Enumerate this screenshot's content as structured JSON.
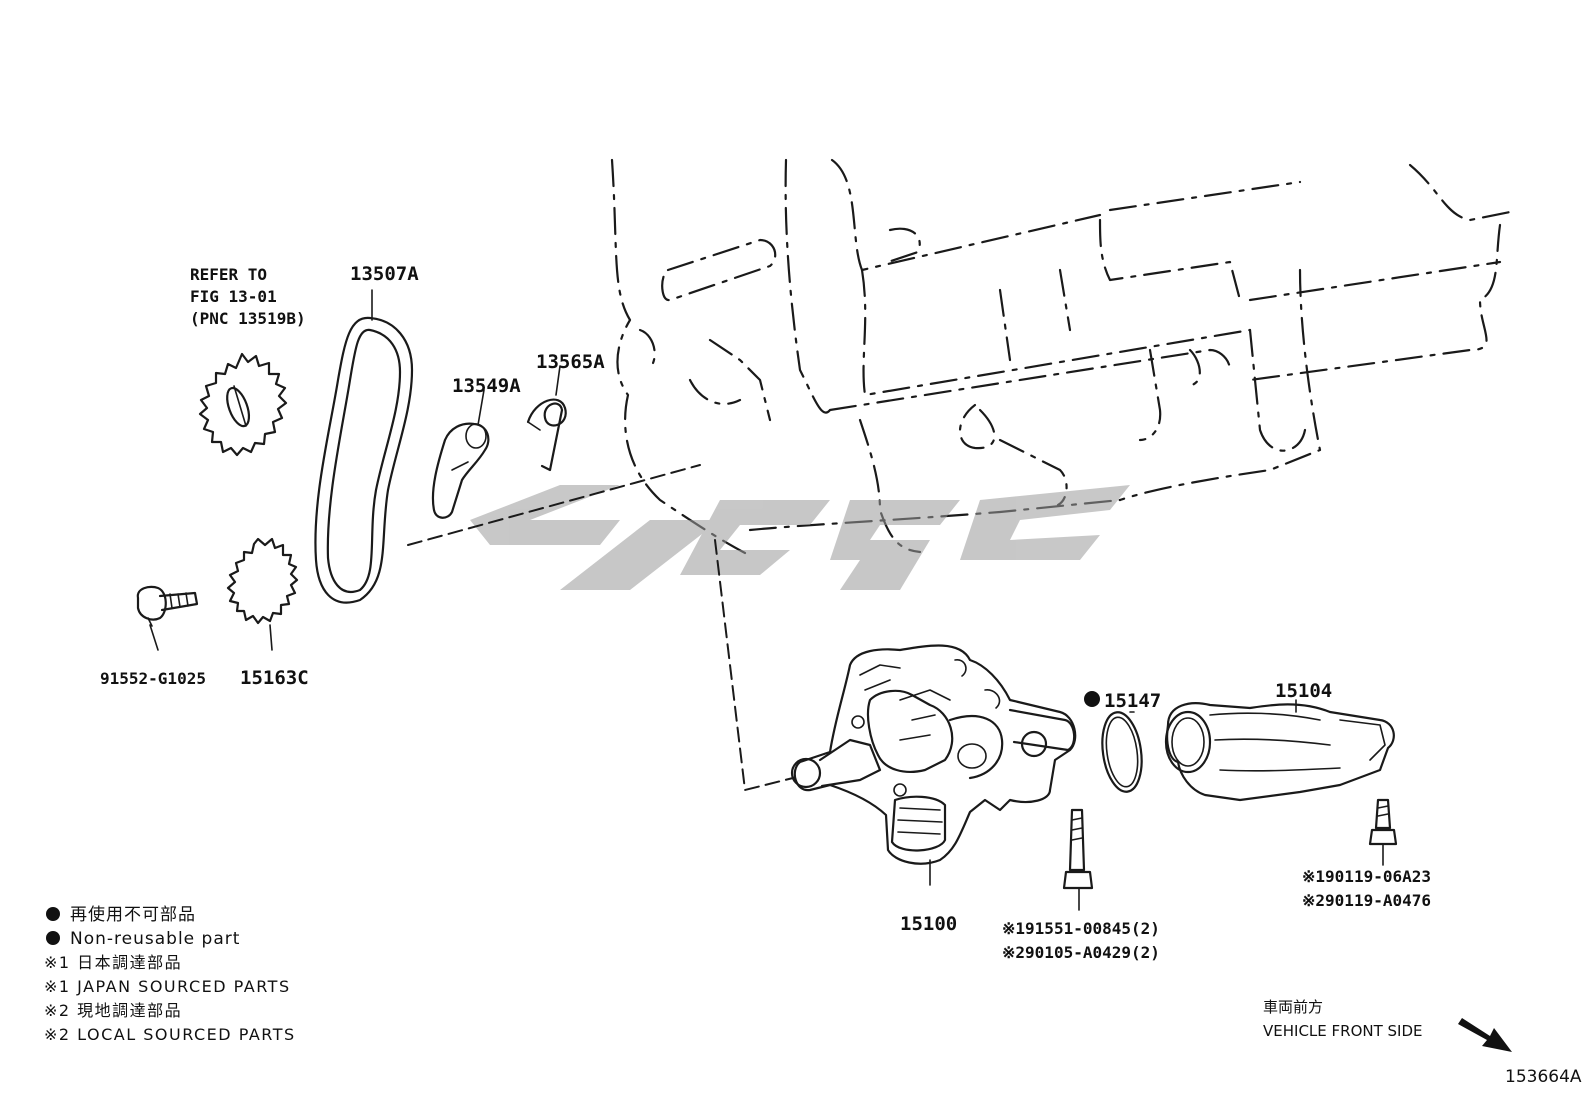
{
  "figure_id": "153664A",
  "refer_note": {
    "line1": "REFER TO",
    "line2": "FIG 13-01",
    "line3": "(PNC 13519B)"
  },
  "parts": {
    "p13507A": "13507A",
    "p13549A": "13549A",
    "p13565A": "13565A",
    "p91552": "91552-G1025",
    "p15163C": "15163C",
    "p15147": "15147",
    "p15104": "15104",
    "p15100": "15100",
    "p191551": "※191551-00845(2)",
    "p290105": "※290105-A0429(2)",
    "p190119": "※190119-06A23",
    "p290119": "※290119-A0476"
  },
  "legend": {
    "line1": "再使用不可部品",
    "line2": "Non-reusable part",
    "line3": "※1 日本調達部品",
    "line4": "※1 JAPAN SOURCED PARTS",
    "line5": "※2 現地調達部品",
    "line6": "※2 LOCAL SOURCED PARTS"
  },
  "vehicle_front": {
    "jp": "車両前方",
    "en": "VEHICLE FRONT SIDE"
  },
  "colors": {
    "line": "#1a1a1a",
    "watermark": "#9a9a9a",
    "background": "#ffffff"
  }
}
